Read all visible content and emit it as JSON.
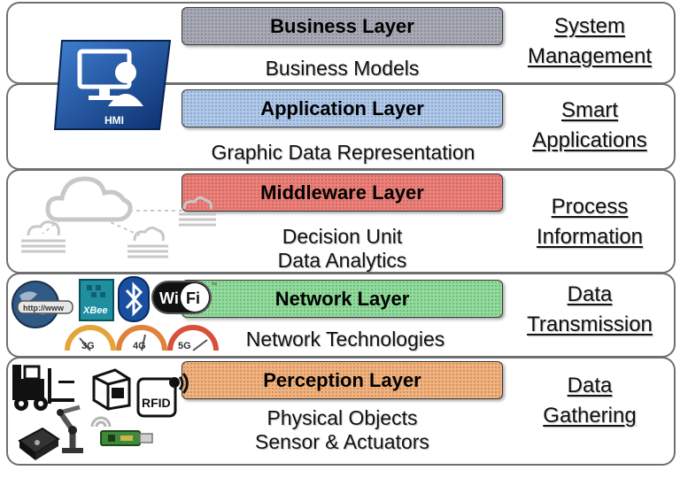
{
  "layers": [
    {
      "name": "Business Layer",
      "description": [
        "Business Models"
      ],
      "function": [
        "System",
        "Management"
      ]
    },
    {
      "name": "Application Layer",
      "description": [
        "Graphic Data Representation"
      ],
      "function": [
        "Smart",
        "Applications"
      ]
    },
    {
      "name": "Middleware Layer",
      "description": [
        "Decision Unit",
        "Data Analytics"
      ],
      "function": [
        "Process",
        "Information"
      ]
    },
    {
      "name": "Network Layer",
      "description": [
        "Network Technologies"
      ],
      "function": [
        "Data",
        "Transmission"
      ]
    },
    {
      "name": "Perception Layer",
      "description": [
        "Physical Objects",
        "Sensor & Actuators"
      ],
      "function": [
        "Data",
        "Gathering"
      ]
    }
  ],
  "icons": {
    "hmi": {
      "label": "HMI"
    },
    "browser": {
      "label": "http://www"
    },
    "xbee": {
      "label": "XBee"
    },
    "wifi": {
      "label": "Wi Fi",
      "trademark": "™"
    },
    "gauges": [
      "3G",
      "4G",
      "5G"
    ],
    "rfid": {
      "label": "RFID"
    }
  },
  "colors": {
    "business": "#a7a9b4",
    "application": "#aec9ec",
    "middleware": "#ee8079",
    "network": "#8fdc9b",
    "perception": "#f3b27c",
    "band_border": "#6f6f6f"
  }
}
